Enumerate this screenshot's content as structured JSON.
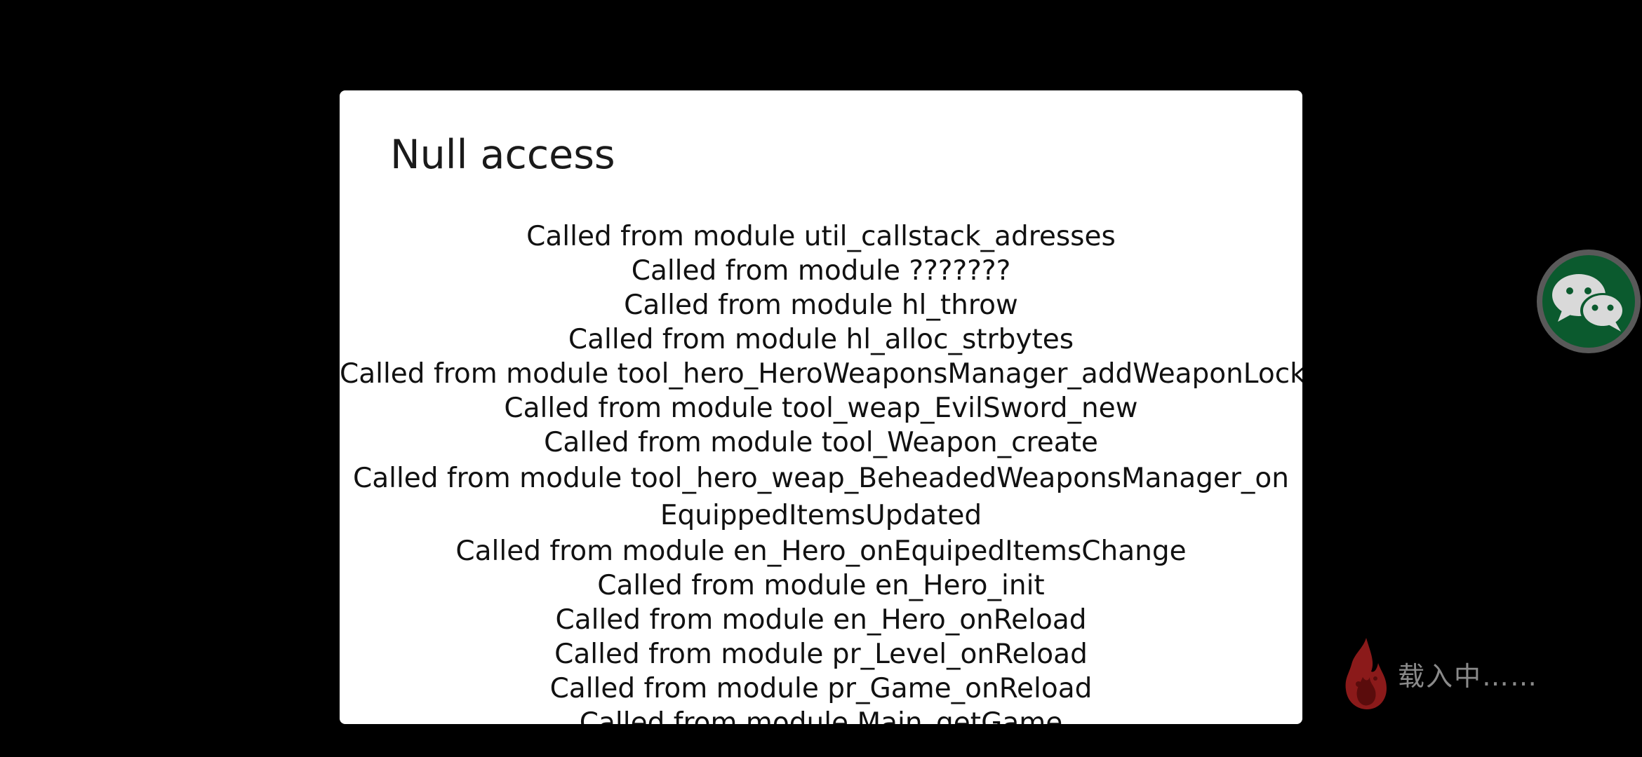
{
  "dialog": {
    "title": "Null access",
    "lines": [
      "Called from module util_callstack_adresses",
      "Called from module ???????",
      "Called from module hl_throw",
      "Called from module hl_alloc_strbytes",
      "Called from module tool_hero_HeroWeaponsManager_addWeaponLock",
      "Called from module tool_weap_EvilSword_new",
      "Called from module tool_Weapon_create",
      "Called from module tool_hero_weap_BeheadedWeaponsManager_onEquippedItemsUpdated",
      "Called from module en_Hero_onEquipedItemsChange",
      "Called from module en_Hero_init",
      "Called from module en_Hero_onReload",
      "Called from module pr_Level_onReload",
      "Called from module pr_Game_onReload",
      "Called from module Main_getGame"
    ]
  },
  "overlay": {
    "wechat_icon": "wechat-icon",
    "wechat_colors": {
      "ring": "#595959",
      "fill": "#0b5a2e",
      "bubble": "#d9d9d9"
    },
    "loading_icon": "flame-icon",
    "loading_icon_color": "#8b1a1a",
    "loading_text": "载入中……"
  }
}
